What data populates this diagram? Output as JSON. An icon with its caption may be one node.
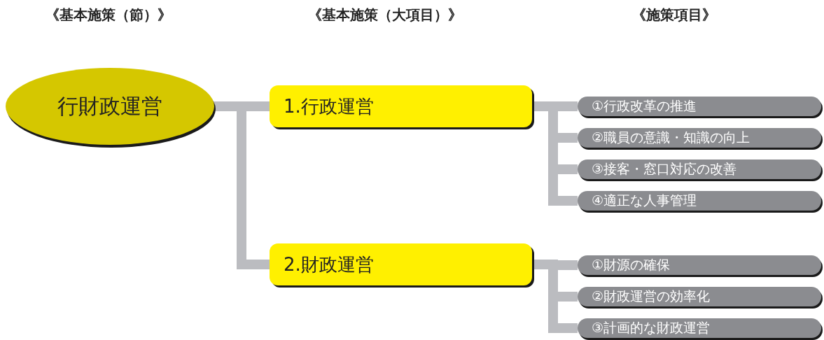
{
  "diagram": {
    "nodes": [
      {
        "text": [
          "行財政運営"
        ]
      },
      {
        "text": [
          "1.行政運営"
        ]
      },
      {
        "text": [
          "2.財政運営"
        ]
      },
      {
        "text": [
          "①行政改革の推進"
        ]
      },
      {
        "text": [
          "②職員の意識・知識の向上"
        ]
      },
      {
        "text": [
          "③接客・窓口対応の改善"
        ]
      },
      {
        "text": [
          "④適正な人事管理"
        ]
      },
      {
        "text": [
          "①財源の確保"
        ]
      },
      {
        "text": [
          "②財政運営の効率化"
        ]
      },
      {
        "text": [
          "③計画的な財政運営"
        ]
      }
    ],
    "edges": [
      {
        "from": 0,
        "to": 1,
        "arrow": "none"
      },
      {
        "from": 0,
        "to": 2,
        "arrow": "none"
      },
      {
        "from": 1,
        "to": 3,
        "arrow": "none"
      },
      {
        "from": 1,
        "to": 4,
        "arrow": "none"
      },
      {
        "from": 1,
        "to": 5,
        "arrow": "none"
      },
      {
        "from": 1,
        "to": 6,
        "arrow": "none"
      },
      {
        "from": 2,
        "to": 7,
        "arrow": "none"
      },
      {
        "from": 2,
        "to": 8,
        "arrow": "none"
      },
      {
        "from": 2,
        "to": 9,
        "arrow": "none"
      }
    ],
    "labels": [
      "《基本施策（節）》",
      "《基本施策（大項目）》",
      "《施策項目》"
    ]
  }
}
